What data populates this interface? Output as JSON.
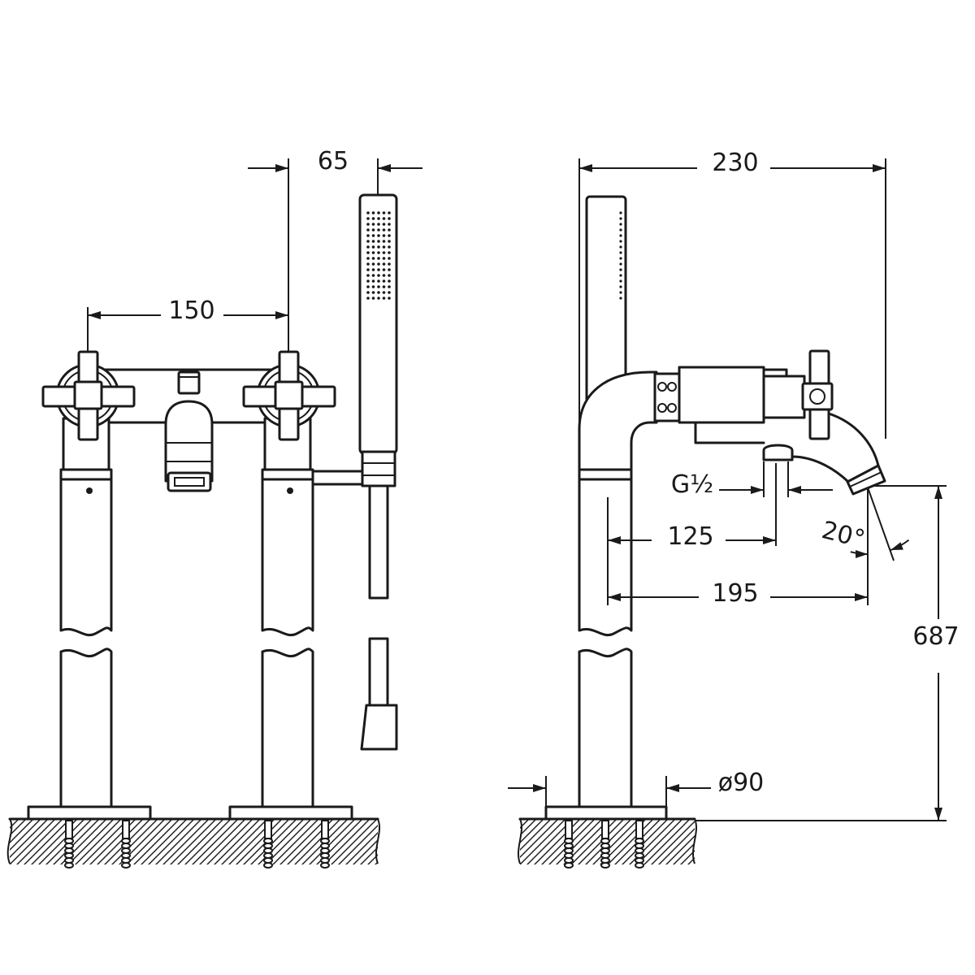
{
  "colors": {
    "line": "#1a1a1a",
    "background": "#ffffff"
  },
  "dimensions": {
    "front_view": {
      "handshower_offset": "65",
      "handle_spacing": "150"
    },
    "side_view": {
      "overall_depth": "230",
      "thread": "G½",
      "outlet_center": "125",
      "spout_angle": "20°",
      "spout_projection": "195",
      "height": "687",
      "base_diameter": "ø90"
    }
  }
}
